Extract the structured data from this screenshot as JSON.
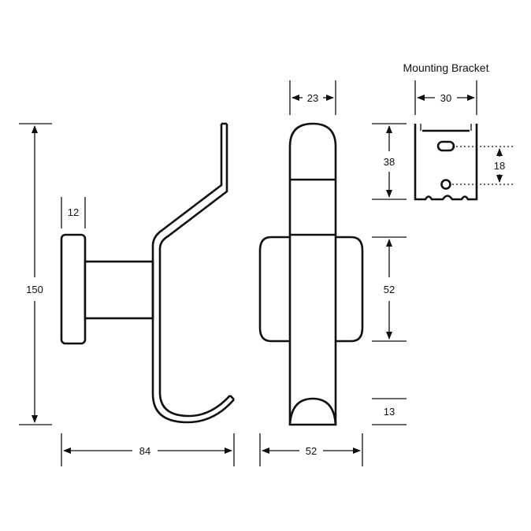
{
  "title": "Mounting Bracket",
  "dimensions": {
    "rose_thickness": "12",
    "total_height": "150",
    "total_depth": "84",
    "body_width": "23",
    "base_width": "52",
    "base_height": "52",
    "tip_height": "13",
    "bracket_width": "30",
    "bracket_height": "38",
    "hole_spacing": "18"
  },
  "colors": {
    "line": "#111111",
    "background": "#ffffff"
  }
}
